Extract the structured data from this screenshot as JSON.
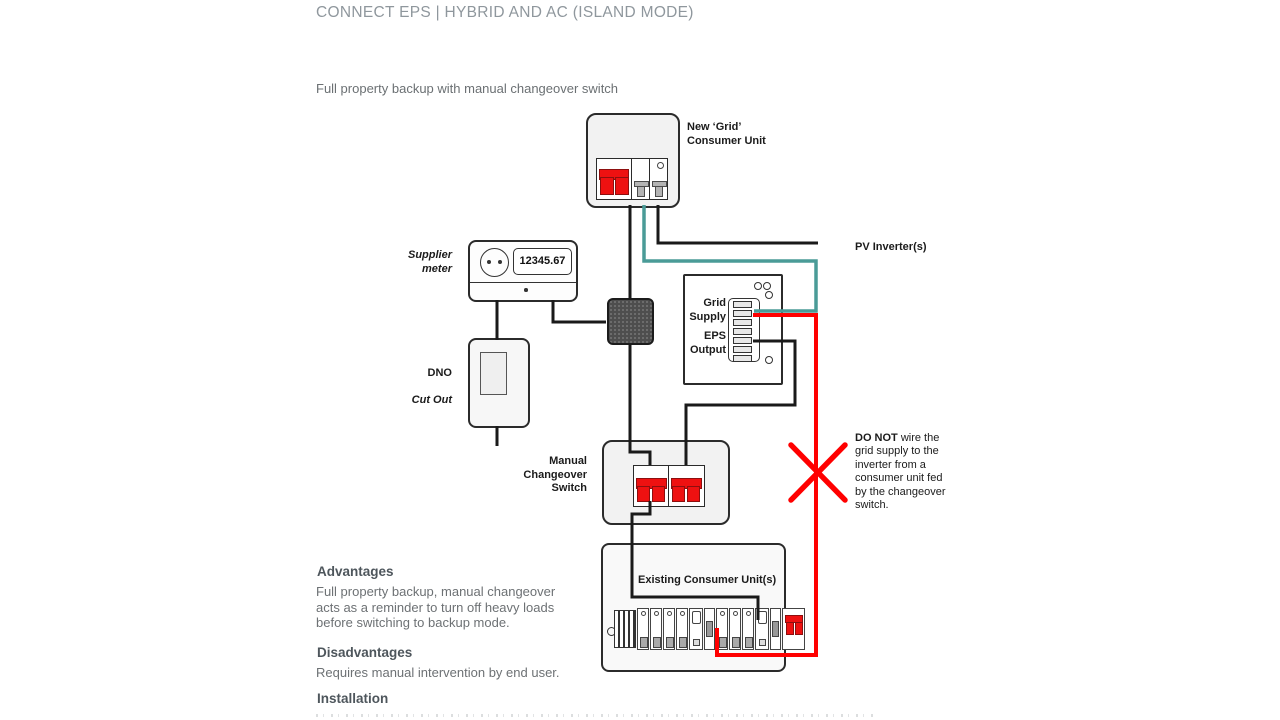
{
  "page": {
    "title": "CONNECT EPS | HYBRID AND AC (ISLAND MODE)",
    "subtitle": "Full property backup with manual changeover switch"
  },
  "colors": {
    "wire_black": "#1a1a1a",
    "wire_teal": "#4a9b97",
    "wire_red": "#ff0000",
    "breaker_red": "#ee1111",
    "title_gray": "#8f979d",
    "heading_gray": "#4e565c",
    "body_gray": "#6d7174"
  },
  "diagram": {
    "new_grid_cu_label": "New ‘Grid’\nConsumer Unit",
    "supplier_meter_label": "Supplier\nmeter",
    "meter_display": "12345.67",
    "dno_label_line1": "DNO",
    "dno_label_line2": "Cut Out",
    "pv_label": "PV Inverter(s)",
    "grid_supply_label": "Grid\nSupply",
    "eps_output_label": "EPS\nOutput",
    "changeover_label": "Manual\nChangeover\nSwitch",
    "existing_cu_label": "Existing Consumer Unit(s)",
    "warning_bold": "DO NOT",
    "warning_rest": " wire the\ngrid supply to the\ninverter from a\nconsumer unit fed\nby the changeover\nswitch."
  },
  "sections": {
    "advantages_heading": "Advantages",
    "advantages_body": "Full property backup, manual changeover\nacts as a reminder to turn off heavy loads\nbefore switching to backup mode.",
    "disadvantages_heading": "Disadvantages",
    "disadvantages_body": "Requires manual intervention by end user.",
    "installation_heading": "Installation"
  }
}
